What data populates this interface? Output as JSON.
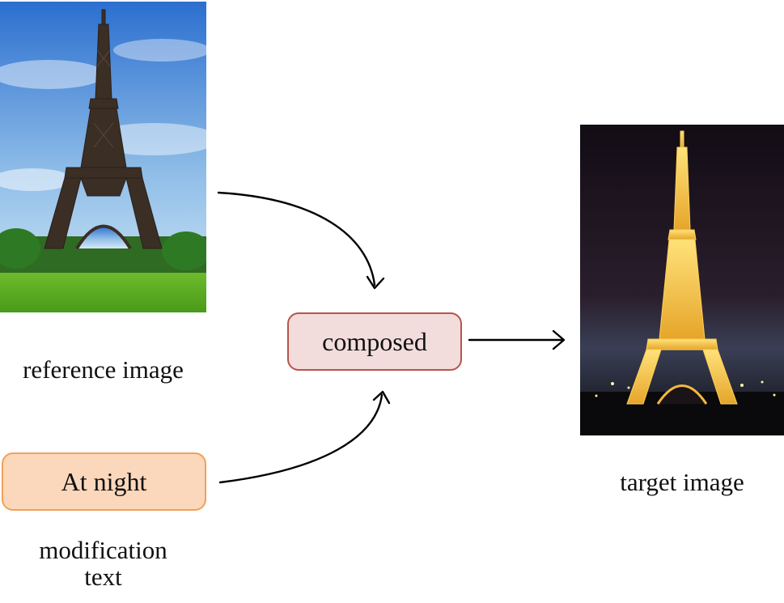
{
  "reference": {
    "label": "reference image"
  },
  "modification": {
    "box_text": "At night",
    "label": "modification\ntext"
  },
  "composed": {
    "box_text": "composed"
  },
  "target": {
    "label": "target image"
  },
  "colors": {
    "composed_fill": "#f2dcdc",
    "composed_border": "#b9534c",
    "text_fill": "#fbd7bc",
    "text_border": "#f0a259",
    "arrow": "#000000"
  }
}
